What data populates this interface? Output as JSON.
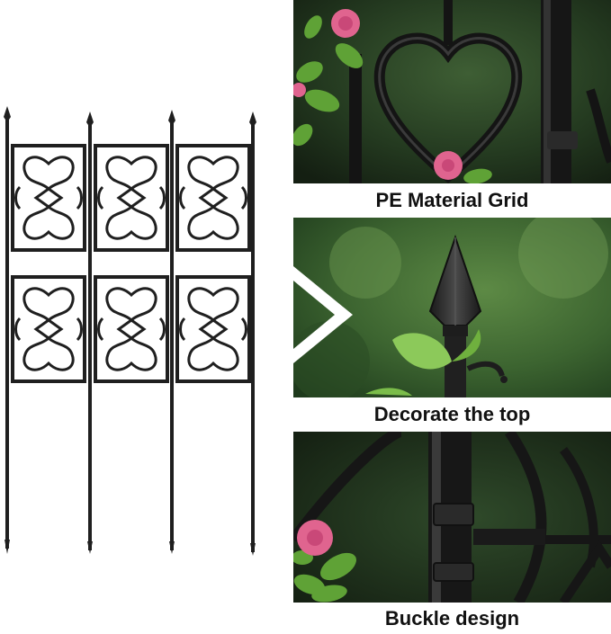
{
  "captions": {
    "panel1": "PE Material Grid",
    "panel2": "Decorate the top",
    "panel3": "Buckle design"
  },
  "colors": {
    "fence_black": "#1f1f1f",
    "foliage_dark": "#1e3a1c",
    "foliage_mid": "#3f6a2c",
    "leaf_green": "#5fa236",
    "rose_pink": "#e0648f",
    "background": "#ffffff"
  }
}
